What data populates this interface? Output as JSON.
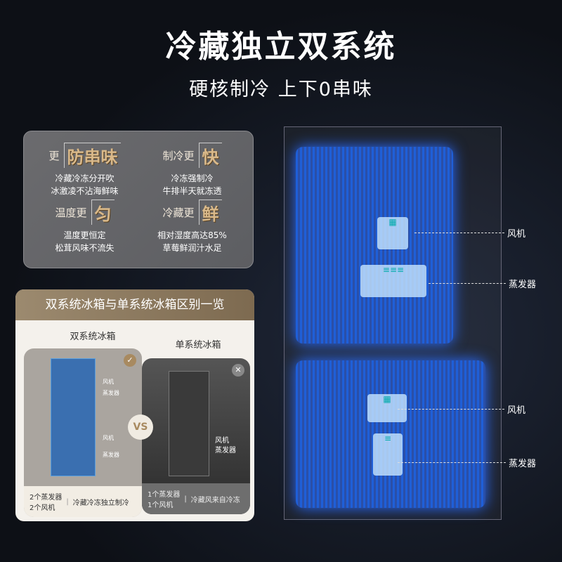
{
  "header": {
    "title": "冷藏独立双系统",
    "subtitle": "硬核制冷 上下0串味"
  },
  "features": [
    {
      "prefix": "更",
      "highlight": "防串味",
      "desc1": "冷藏冷冻分开吹",
      "desc2": "冰激凌不沾海鲜味"
    },
    {
      "prefix": "制冷更",
      "highlight": "快",
      "desc1": "冷冻强制冷",
      "desc2": "牛排半天就冻透"
    },
    {
      "prefix": "温度更",
      "highlight": "匀",
      "desc1": "温度更恒定",
      "desc2": "松茸风味不流失"
    },
    {
      "prefix": "冷藏更",
      "highlight": "鲜",
      "desc1": "相对湿度高达85%",
      "desc2": "草莓鲜润汁水足"
    }
  ],
  "compare": {
    "title": "双系统冰箱与单系统冰箱区别一览",
    "vs": "VS",
    "dual": {
      "label": "双系统冰箱",
      "fan": "风机",
      "evap": "蒸发器",
      "foot1": "2个蒸发器",
      "foot2": "2个风机",
      "foot3": "冷藏冷冻独立制冷"
    },
    "single": {
      "label": "单系统冰箱",
      "fan": "风机",
      "evap": "蒸发器",
      "foot1": "1个蒸发器",
      "foot2": "1个风机",
      "foot3": "冷藏风来自冷冻"
    }
  },
  "fridge": {
    "fan_top": "风机",
    "evap_top": "蒸发器",
    "fan_bottom": "风机",
    "evap_bottom": "蒸发器"
  }
}
